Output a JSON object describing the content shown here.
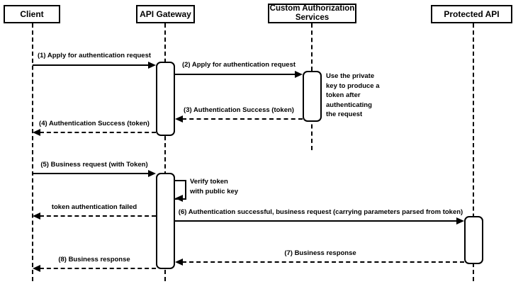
{
  "diagram": {
    "type": "sequence-diagram",
    "background_color": "#ffffff",
    "line_color": "#000000",
    "participants": [
      {
        "name": "Client"
      },
      {
        "name": "API Gateway"
      },
      {
        "name": "Custom Authorization Services"
      },
      {
        "name": "Protected API"
      }
    ],
    "messages": [
      {
        "label": "(1) Apply for authentication request",
        "from": "Client",
        "to": "API Gateway",
        "style": "solid",
        "direction": "right"
      },
      {
        "label": "(2) Apply for authentication request",
        "from": "API Gateway",
        "to": "Custom Authorization Services",
        "style": "solid",
        "direction": "right"
      },
      {
        "label": "(3) Authentication Success (token)",
        "from": "Custom Authorization Services",
        "to": "API Gateway",
        "style": "dashed",
        "direction": "left"
      },
      {
        "label": "(4) Authentication Success (token)",
        "from": "API Gateway",
        "to": "Client",
        "style": "dashed",
        "direction": "left"
      },
      {
        "label": "(5) Business request (with Token)",
        "from": "Client",
        "to": "API Gateway",
        "style": "solid",
        "direction": "right"
      },
      {
        "label": "token authentication failed",
        "from": "API Gateway",
        "to": "Client",
        "style": "dashed",
        "direction": "left"
      },
      {
        "label": "(6) Authentication successful, business request (carrying parameters parsed from token)",
        "from": "API Gateway",
        "to": "Protected API",
        "style": "solid",
        "direction": "right"
      },
      {
        "label": "(7) Business response",
        "from": "Protected API",
        "to": "API Gateway",
        "style": "dashed",
        "direction": "left"
      },
      {
        "label": "(8) Business response",
        "from": "API Gateway",
        "to": "Client",
        "style": "dashed",
        "direction": "left"
      }
    ],
    "self_message": {
      "label": "Verify token\nwith public key",
      "on": "API Gateway"
    },
    "note": {
      "text": "Use the private\nkey to produce a\ntoken after\nauthenticating\nthe request",
      "near": "Custom Authorization Services"
    }
  }
}
